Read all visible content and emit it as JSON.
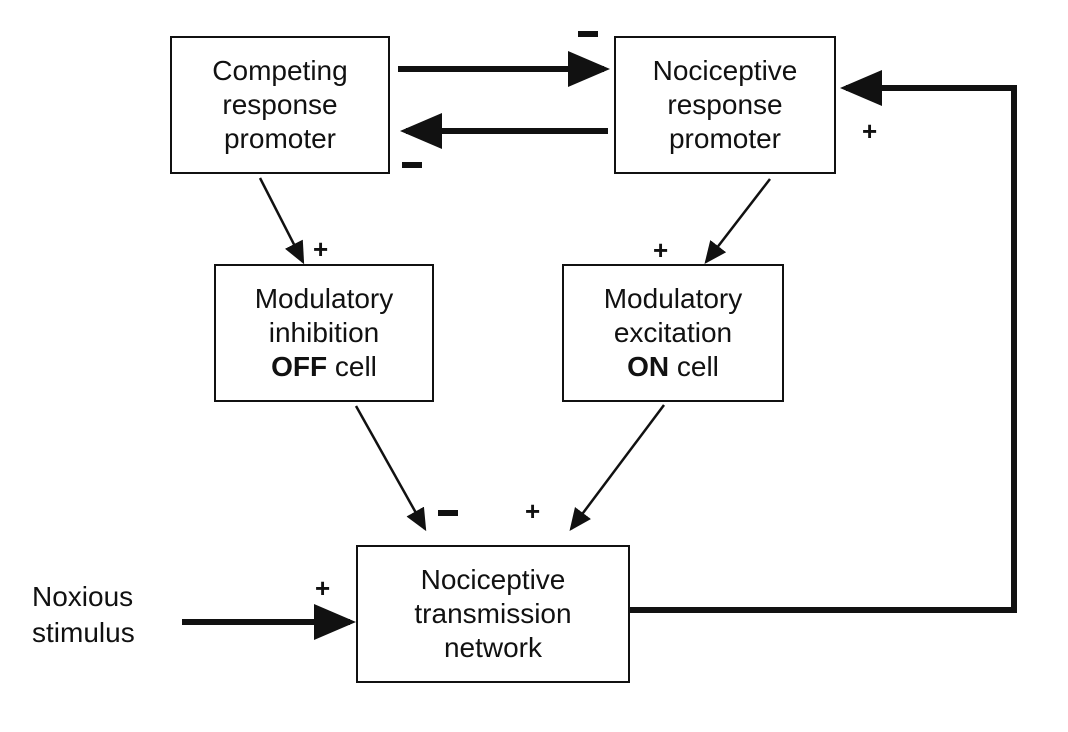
{
  "nodes": {
    "competing": {
      "lines": [
        "Competing",
        "response",
        "promoter"
      ]
    },
    "nociceptive_promoter": {
      "lines": [
        "Nociceptive",
        "response",
        "promoter"
      ]
    },
    "off_cell": {
      "lines": [
        "Modulatory",
        "inhibition"
      ],
      "bold": "OFF",
      "rest": " cell"
    },
    "on_cell": {
      "lines": [
        "Modulatory",
        "excitation"
      ],
      "bold": "ON",
      "rest": " cell"
    },
    "transmission": {
      "lines": [
        "Nociceptive",
        "transmission",
        "network"
      ]
    }
  },
  "input": {
    "lines": [
      "Noxious",
      "stimulus"
    ]
  },
  "signs": {
    "plus": "+",
    "minus": "-"
  },
  "edges": [
    {
      "from": "competing",
      "to": "nociceptive_promoter",
      "sign": "-"
    },
    {
      "from": "nociceptive_promoter",
      "to": "competing",
      "sign": "-"
    },
    {
      "from": "competing",
      "to": "off_cell",
      "sign": "+"
    },
    {
      "from": "nociceptive_promoter",
      "to": "on_cell",
      "sign": "+"
    },
    {
      "from": "off_cell",
      "to": "transmission",
      "sign": "-"
    },
    {
      "from": "on_cell",
      "to": "transmission",
      "sign": "+"
    },
    {
      "from": "input",
      "to": "transmission",
      "sign": "+"
    },
    {
      "from": "transmission",
      "to": "nociceptive_promoter",
      "sign": "+"
    }
  ]
}
